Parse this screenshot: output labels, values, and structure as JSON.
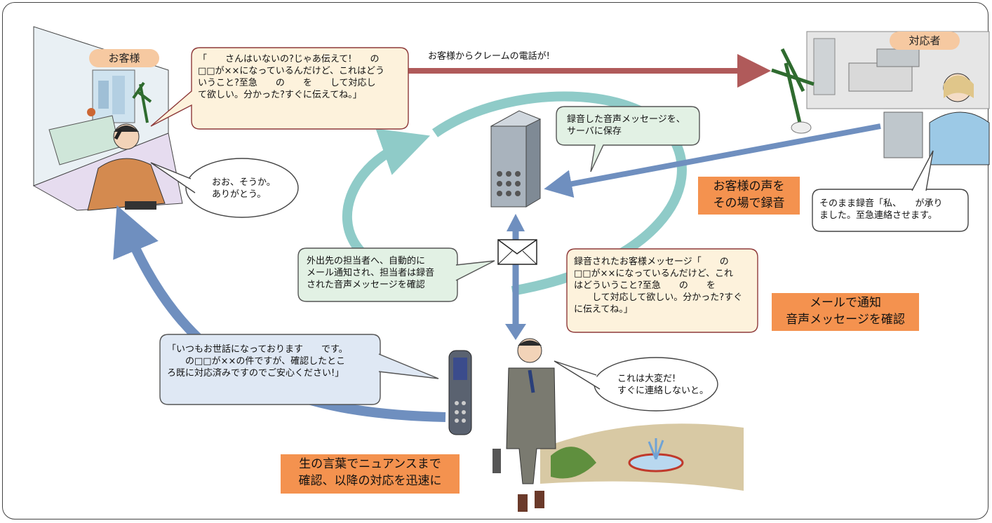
{
  "labels": {
    "customer": "お客様",
    "responder": "対応者",
    "call_arrow": "お客様からクレームの電話が!"
  },
  "bubbles": {
    "customer_complaint": "「　　さんはいないの?じゃあ伝えて!　　の\n□□が××になっているんだけど、これはどう\nいうこと?至急　　の　　を　　して対応し\nて欲しい。分かった?すぐに伝えてね。」",
    "customer_reply": "おお、そうか。\nありがとう。",
    "server_save": "録音した音声メッセージを、\nサーバに保存",
    "responder_record": "そのまま録音「私、　　が承り\nました。至急連絡させます。",
    "mail_notify": "外出先の担当者へ、自動的に\nメール通知され、担当者は録音\nされた音声メッセージを確認",
    "recorded_message": "録音されたお客様メッセージ「　　の\n□□が××になっているんだけど、これ\nはどういうこと?至急　　の　　を\n　　して対応して欲しい。分かった?すぐ\nに伝えてね。」",
    "staff_callback": "「いつもお世話になっております　　です。\n　　の□□が××の件ですが、確認したとこ\nろ既に対応済みですのでご安心ください!」",
    "staff_thought": "これは大変だ!\nすぐに連絡しないと。"
  },
  "callouts": {
    "record_on_spot": "お客様の声を\nその場で録音",
    "mail_confirm": "メールで通知\n音声メッセージを確認",
    "quick_response": "生の言葉でニュアンスまで\n確認、以降の対応を迅速に"
  },
  "colors": {
    "red_arrow": "#b05a5a",
    "blue_arrow": "#6f8fbf",
    "teal_arrow": "#8fcbc8",
    "callout": "#f4924f",
    "pill": "#f6c9a1"
  }
}
